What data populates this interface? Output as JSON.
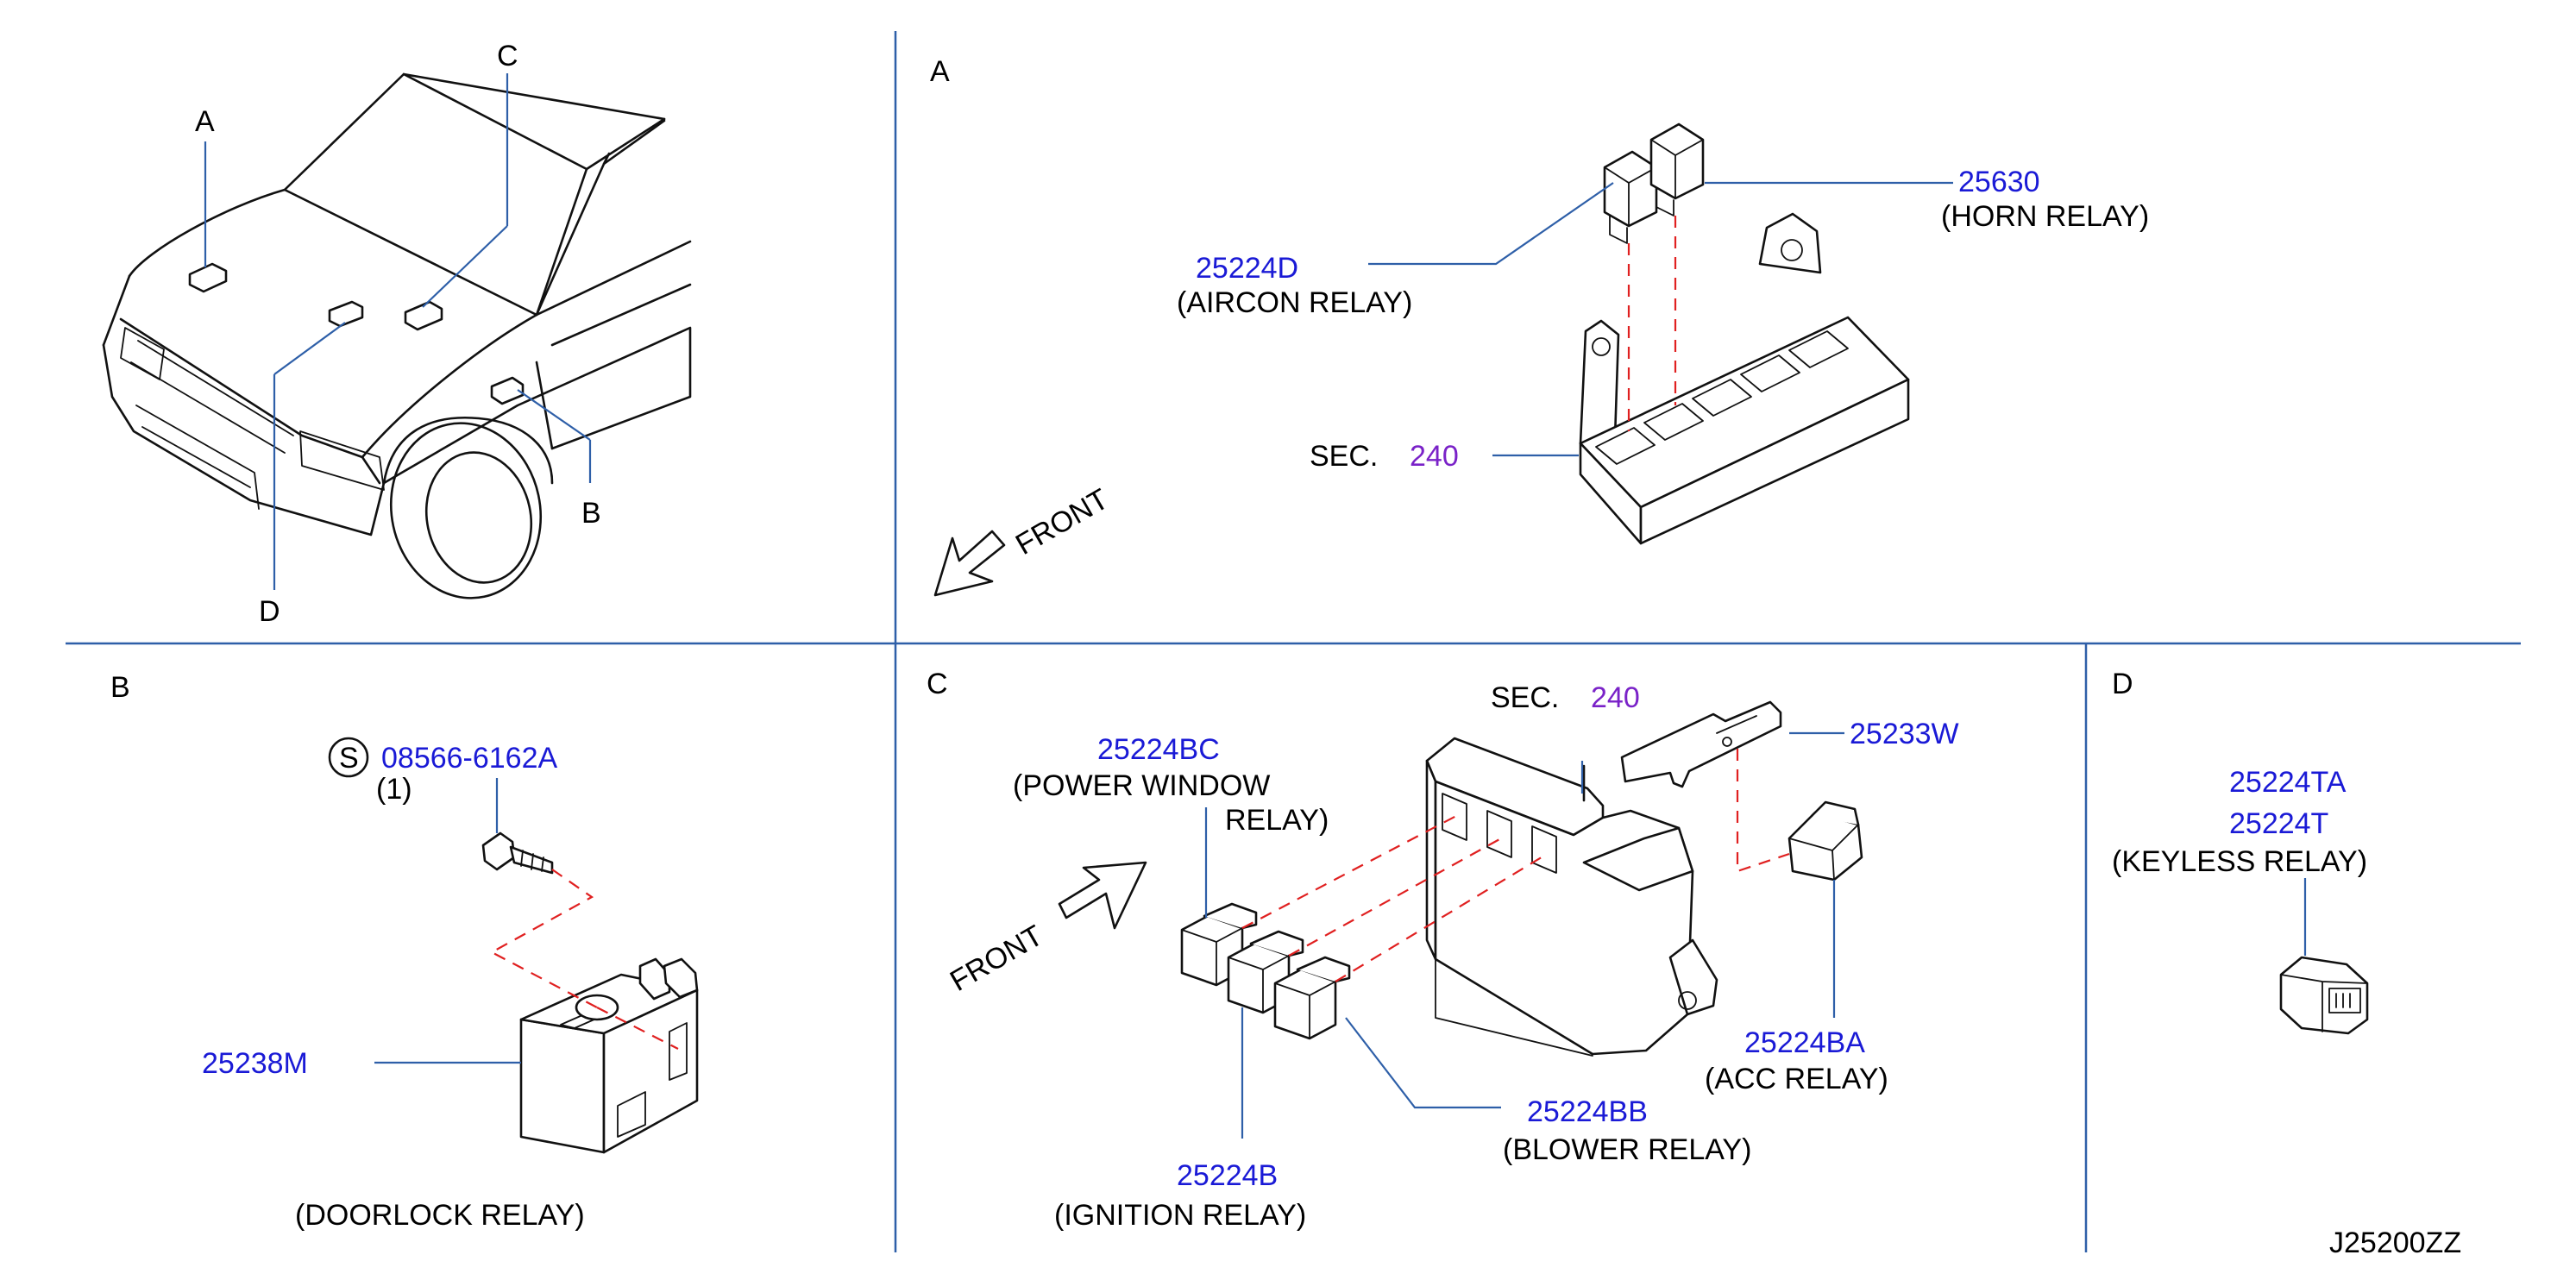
{
  "panels": {
    "overview": {
      "labels": {
        "a": "A",
        "b": "B",
        "c": "C",
        "d": "D"
      }
    },
    "a": {
      "label": "A",
      "aircon_part": "25224D",
      "aircon_name": "(AIRCON   RELAY)",
      "horn_part": "25630",
      "horn_name": "(HORN   RELAY)",
      "sec_prefix": "SEC.",
      "sec_number": "240",
      "front": "FRONT"
    },
    "b": {
      "label": "B",
      "screw_symbol": "S",
      "screw_part": "08566-6162A",
      "screw_qty": "(1)",
      "doorlock_part": "25238M",
      "doorlock_name": "(DOORLOCK   RELAY)"
    },
    "c": {
      "label": "C",
      "sec_prefix": "SEC.",
      "sec_number": "240",
      "bracket_part": "25233W",
      "power_window_part": "25224BC",
      "power_window_name_1": "(POWER   WINDOW",
      "power_window_name_2": "RELAY)",
      "front": "FRONT",
      "acc_part": "25224BA",
      "acc_name": "(ACC   RELAY)",
      "blower_part": "25224BB",
      "blower_name": "(BLOWER   RELAY)",
      "ignition_part": "25224B",
      "ignition_name": "(IGNITION   RELAY)"
    },
    "d": {
      "label": "D",
      "keyless_part_1": "25224TA",
      "keyless_part_2": "25224T",
      "keyless_name": "(KEYLESS   RELAY)"
    }
  },
  "diagram_code": "J25200ZZ",
  "colors": {
    "part_number": "#1a1ad6",
    "section_ref": "#7a22c8",
    "leader": "#2e5fa8",
    "hidden_line": "#e02020"
  }
}
